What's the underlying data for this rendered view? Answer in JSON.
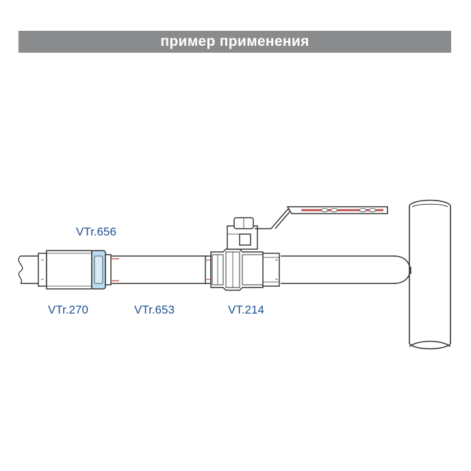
{
  "header": {
    "title": "пример применения"
  },
  "labels": {
    "vtr656": "VTr.656",
    "vtr270": "VTr.270",
    "vtr653": "VTr.653",
    "vt214": "VT.214"
  },
  "colors": {
    "banner": "#8a8b8c",
    "label_text": "#1a4f8f",
    "outline": "#333333",
    "accent_red": "#c0504d",
    "accent_blue": "#b9dcf0"
  }
}
